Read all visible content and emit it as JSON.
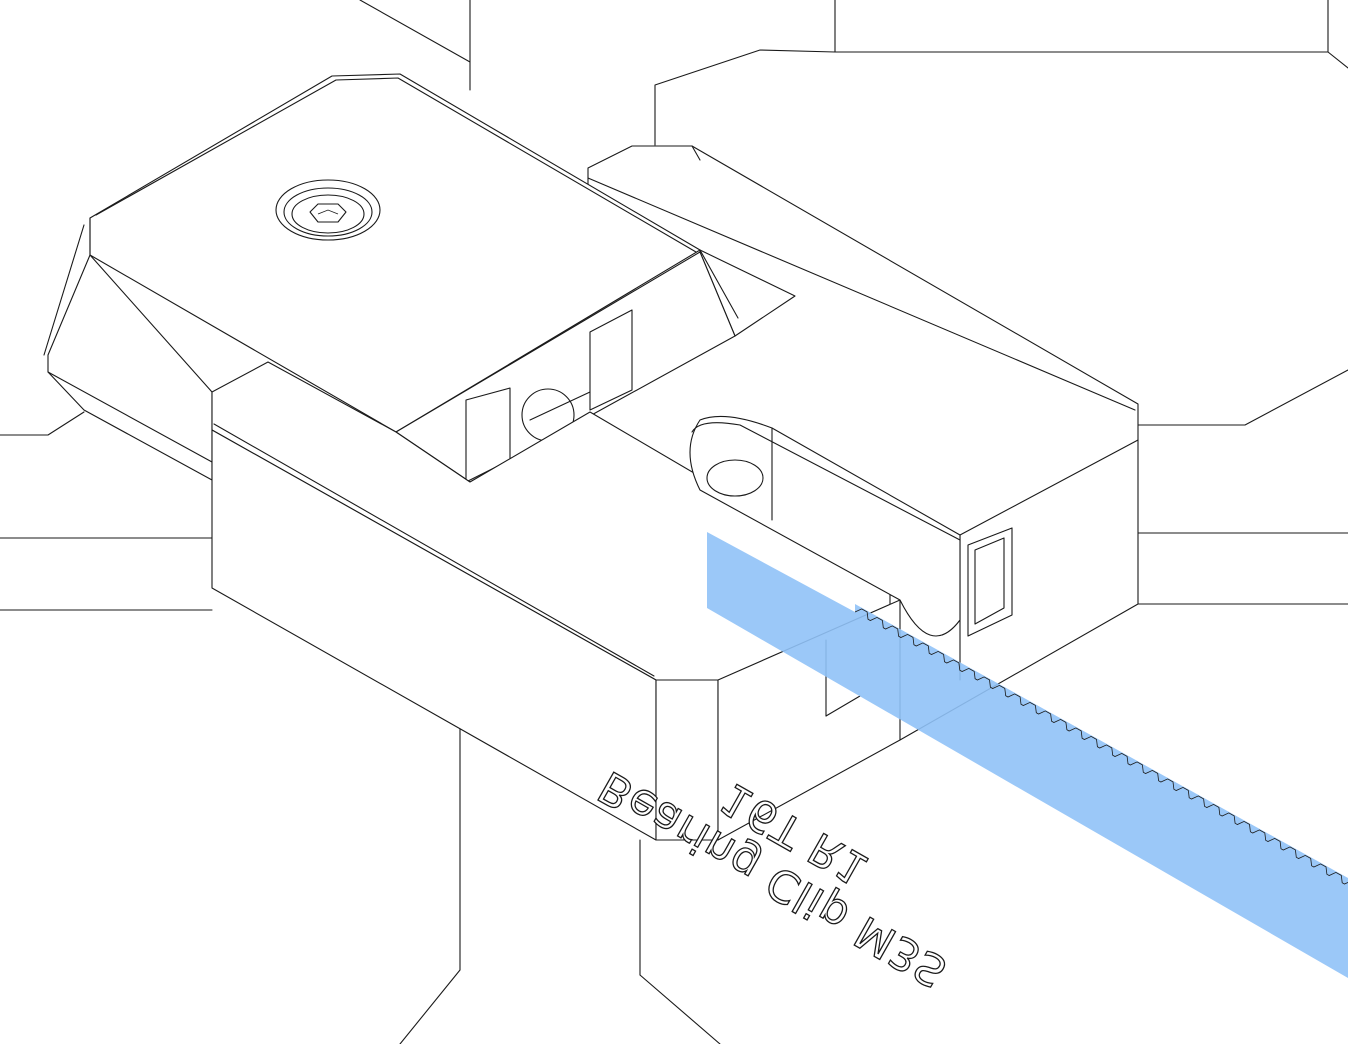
{
  "part": {
    "label_line1": "Bearing Clip M3S",
    "label_line2": "16T R1"
  },
  "colors": {
    "belt": "#90c2f7",
    "belt_opacity": 0.9,
    "line": "#1a1a1a",
    "background": "#ffffff"
  }
}
